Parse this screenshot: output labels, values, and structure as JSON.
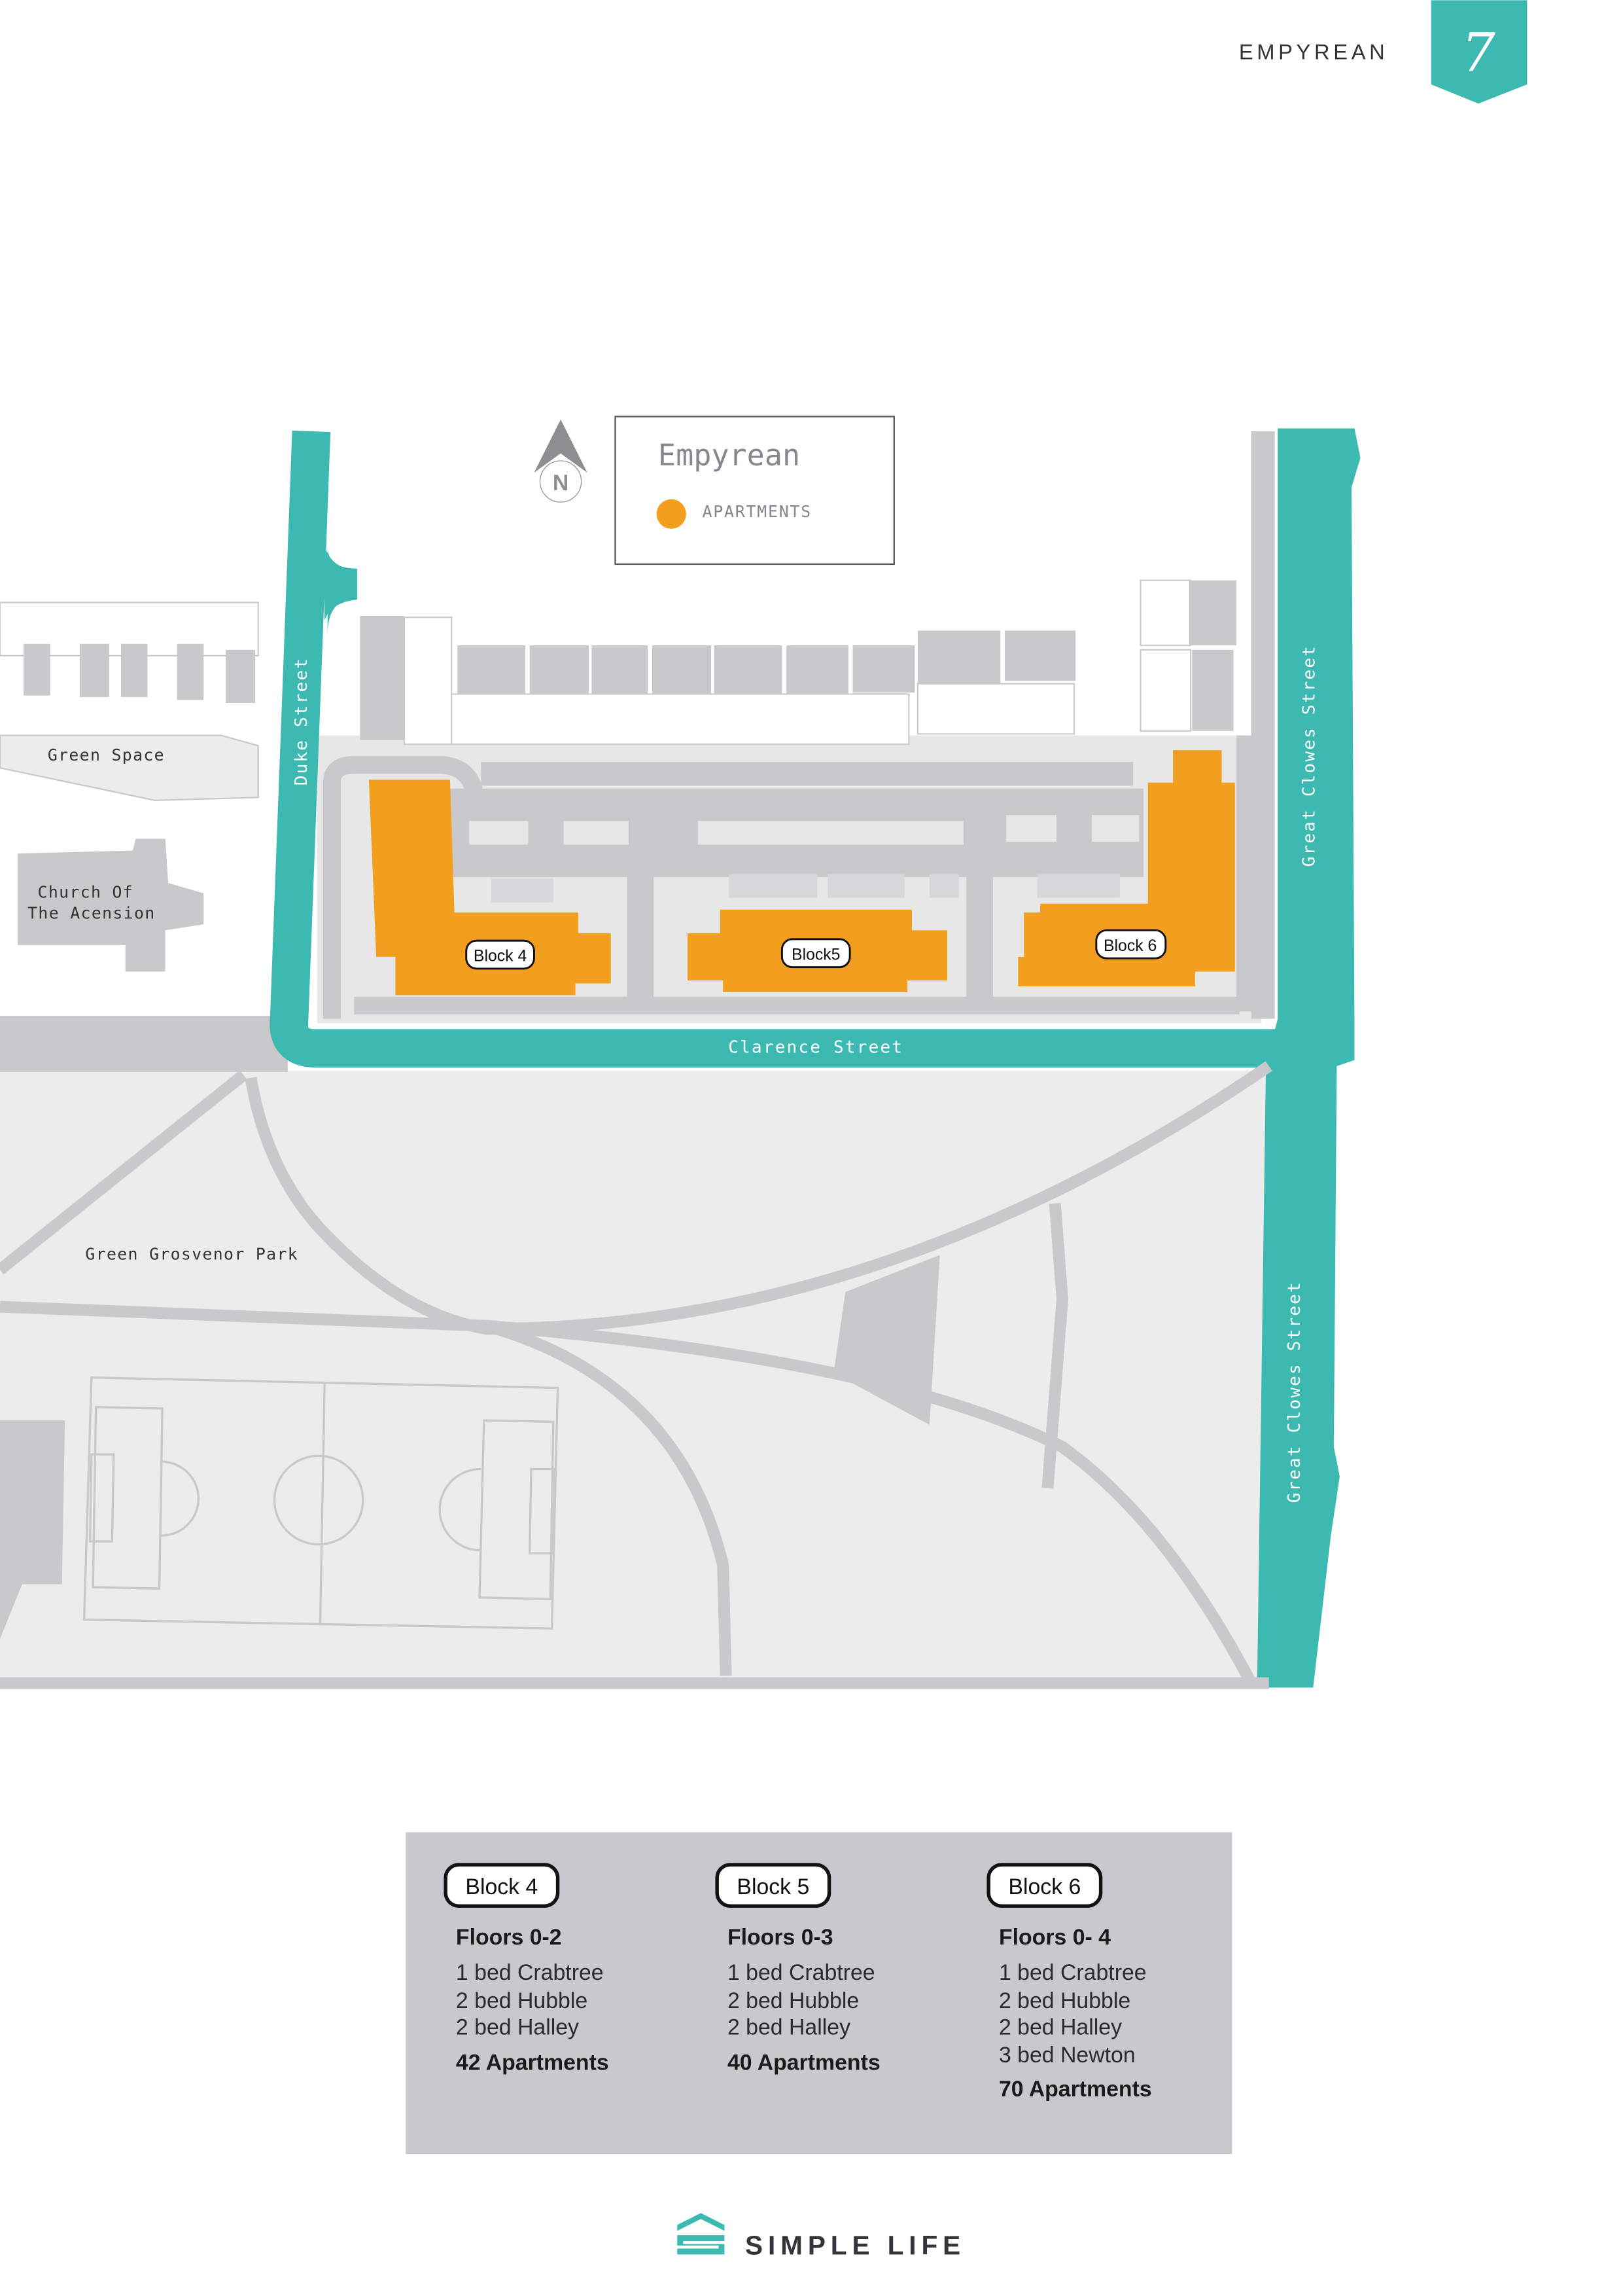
{
  "header": {
    "brand": "EMPYREAN",
    "page_number": "7"
  },
  "colors": {
    "teal": "#3cb9b1",
    "orange": "#f29f20",
    "building": "#c9c9cb",
    "ground": "#ececed",
    "info_bg": "#c8c9cc"
  },
  "north_arrow": {
    "label": "N"
  },
  "legend": {
    "title": "Empyrean",
    "items": [
      {
        "label": "APARTMENTS",
        "color": "#f29f20"
      }
    ]
  },
  "map": {
    "streets": {
      "duke": "Duke Street",
      "clarence": "Clarence Street",
      "great_clowes_north": "Great Clowes Street",
      "great_clowes_south": "Great Clowes Street"
    },
    "places": {
      "green_space": "Green Space",
      "church_line1": "Church Of",
      "church_line2": "The Acension",
      "park": "Green Grosvenor Park"
    },
    "blocks": [
      {
        "label": "Block 4"
      },
      {
        "label": "Block5"
      },
      {
        "label": "Block 6"
      }
    ]
  },
  "info": {
    "columns": [
      {
        "block": "Block 4",
        "floors": "Floors 0-2",
        "units": [
          "1 bed Crabtree",
          "2 bed Hubble",
          "2 bed Halley"
        ],
        "total": "42 Apartments"
      },
      {
        "block": "Block 5",
        "floors": "Floors 0-3",
        "units": [
          "1 bed Crabtree",
          "2 bed Hubble",
          "2 bed Halley"
        ],
        "total": "40 Apartments"
      },
      {
        "block": "Block 6",
        "floors": "Floors 0- 4",
        "units": [
          "1 bed Crabtree",
          "2 bed Hubble",
          "2 bed Halley",
          "3 bed Newton"
        ],
        "total": "70 Apartments"
      }
    ]
  },
  "footer": {
    "logo_text": "SIMPLE LIFE"
  }
}
